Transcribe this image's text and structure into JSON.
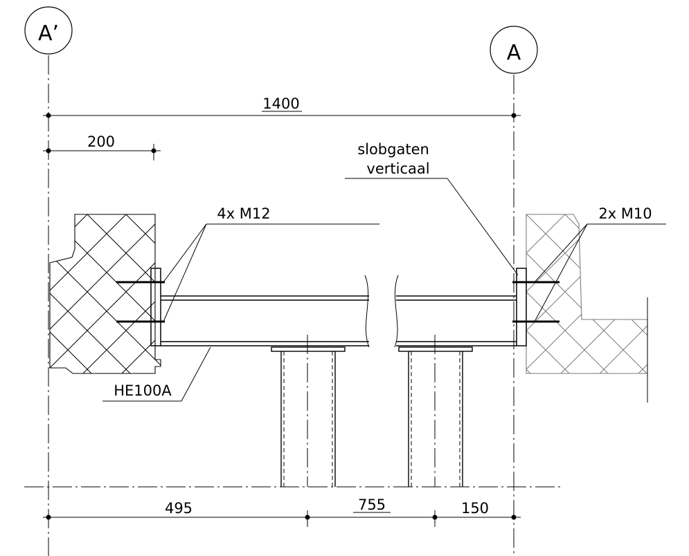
{
  "grid_labels": {
    "left": "A’",
    "right": "A"
  },
  "dimensions": {
    "overall": "1400",
    "offset": "200",
    "bottom_left": "495",
    "bottom_middle": "755",
    "bottom_right": "150"
  },
  "callouts": {
    "slotted_holes_line1": "slobgaten",
    "slotted_holes_line2": "verticaal",
    "bolts_left": "4x M12",
    "bolts_right": "2x M10",
    "profile": "HE100A"
  },
  "colors": {
    "line": "#000000",
    "existing_wall": "#7a7a7a",
    "background": "#ffffff"
  }
}
